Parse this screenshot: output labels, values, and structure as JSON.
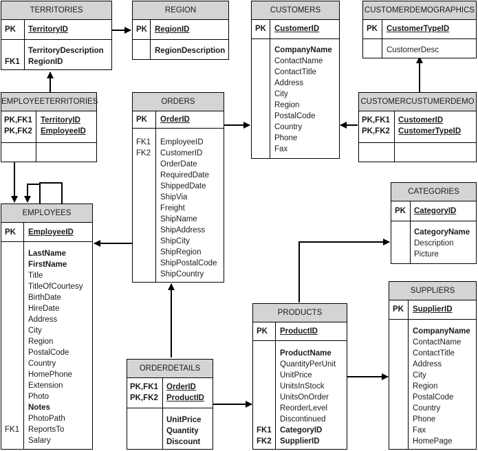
{
  "entities": {
    "territories": {
      "title": "TERRITORIES",
      "pk": "PK",
      "pk_field": "TerritoryID",
      "fk1": "FK1",
      "fields": [
        "TerritoryDescription",
        "RegionID"
      ]
    },
    "region": {
      "title": "REGION",
      "pk": "PK",
      "pk_field": "RegionID",
      "fields": [
        "RegionDescription"
      ]
    },
    "customers": {
      "title": "CUSTOMERS",
      "pk": "PK",
      "pk_field": "CustomerID",
      "fields": [
        "CompanyName",
        "ContactName",
        "ContactTitle",
        "Address",
        "City",
        "Region",
        "PostalCode",
        "Country",
        "Phone",
        "Fax"
      ]
    },
    "customerdemographics": {
      "title": "CUSTOMERDEMOGRAPHICS",
      "pk": "PK",
      "pk_field": "CustomerTypeID",
      "fields": [
        "CustomerDesc"
      ]
    },
    "employeeterritories": {
      "title": "EMPLOYEETERRITORIES",
      "keys": [
        "PK,FK1",
        "PK,FK2"
      ],
      "key_fields": [
        "TerritoryID",
        "EmployeeID"
      ]
    },
    "customercustomerdemo": {
      "title": "CUSTOMERCUSTUMERDEMO",
      "keys": [
        "PK,FK1",
        "PK,FK2"
      ],
      "key_fields": [
        "CustomerID",
        "CustomerTypeID"
      ]
    },
    "orders": {
      "title": "ORDERS",
      "pk": "PK",
      "pk_field": "OrderID",
      "fk_labels": [
        "FK1",
        "FK2"
      ],
      "fields": [
        "EmployeeID",
        "CustomerID",
        "OrderDate",
        "RequiredDate",
        "ShippedDate",
        "ShipVia",
        "Freight",
        "ShipName",
        "ShipAddress",
        "ShipCity",
        "ShipRegion",
        "ShipPostalCode",
        "ShipCountry"
      ]
    },
    "employees": {
      "title": "EMPLOYEES",
      "pk": "PK",
      "pk_field": "EmployeeID",
      "fk1": "FK1",
      "fields": [
        "LastName",
        "FirstName",
        "Title",
        "TitleOfCourtesy",
        "BirthDate",
        "HireDate",
        "Address",
        "City",
        "Region",
        "PostalCode",
        "Country",
        "HomePhone",
        "Extension",
        "Photo",
        "Notes",
        "PhotoPath",
        "ReportsTo",
        "Salary"
      ]
    },
    "categories": {
      "title": "CATEGORIES",
      "pk": "PK",
      "pk_field": "CategoryID",
      "fields": [
        "CategoryName",
        "Description",
        "Picture"
      ]
    },
    "suppliers": {
      "title": "SUPPLIERS",
      "pk": "PK",
      "pk_field": "SupplierID",
      "fields": [
        "CompanyName",
        "ContactName",
        "ContactTitle",
        "Address",
        "City",
        "Region",
        "PostalCode",
        "Country",
        "Phone",
        "Fax",
        "HomePage"
      ]
    },
    "products": {
      "title": "PRODUCTS",
      "pk": "PK",
      "pk_field": "ProductID",
      "fk_labels": [
        "FK1",
        "FK2"
      ],
      "fields": [
        "ProductName",
        "QuantityPerUnit",
        "UnitPrice",
        "UnitsInStock",
        "UnitsOnOrder",
        "ReorderLevel",
        "Discontinued",
        "CategoryID",
        "SupplierID"
      ]
    },
    "orderdetails": {
      "title": "ORDERDETAILS",
      "keys": [
        "PK,FK1",
        "PK,FK2"
      ],
      "key_fields": [
        "OrderID",
        "ProductID"
      ],
      "fields": [
        "UnitPrice",
        "Quantity",
        "Discount"
      ]
    }
  },
  "colors": {
    "header_bg": "#d4d4d4",
    "border": "#000000",
    "line": "#000000"
  }
}
